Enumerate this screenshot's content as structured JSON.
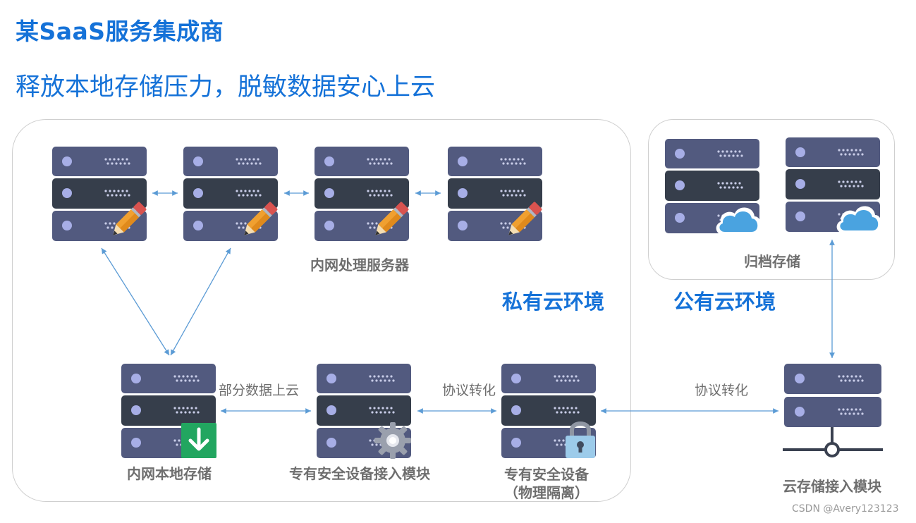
{
  "header": {
    "title": "某SaaS服务集成商",
    "subtitle": "释放本地存储压力，脱敏数据安心上云"
  },
  "environments": {
    "private": "私有云环境",
    "public": "公有云环境"
  },
  "nodes": {
    "intranet_servers": "内网处理服务器",
    "archive_storage": "归档存储",
    "local_storage": "内网本地存储",
    "access_module": "专有安全设备接入模块",
    "security_device_line1": "专有安全设备",
    "security_device_line2": "（物理隔离）",
    "cloud_access_module": "云存储接入模块"
  },
  "edges": {
    "partial_upload": "部分数据上云",
    "protocol_conversion_1": "协议转化",
    "protocol_conversion_2": "协议转化"
  },
  "footer": {
    "watermark": "CSDN @Avery123123"
  },
  "colors": {
    "accent": "#1572d8",
    "server_light": "#525a7f",
    "server_dark": "#363e4b",
    "connector": "#5b9bd5",
    "cloud": "#4aa3e0",
    "download_badge": "#22a660",
    "lock": "#9ccbea",
    "gear": "#9aa0ad"
  },
  "icons": [
    "server-icon",
    "pencil-icon",
    "cloud-icon",
    "download-icon",
    "gear-icon",
    "lock-icon",
    "network-icon"
  ]
}
